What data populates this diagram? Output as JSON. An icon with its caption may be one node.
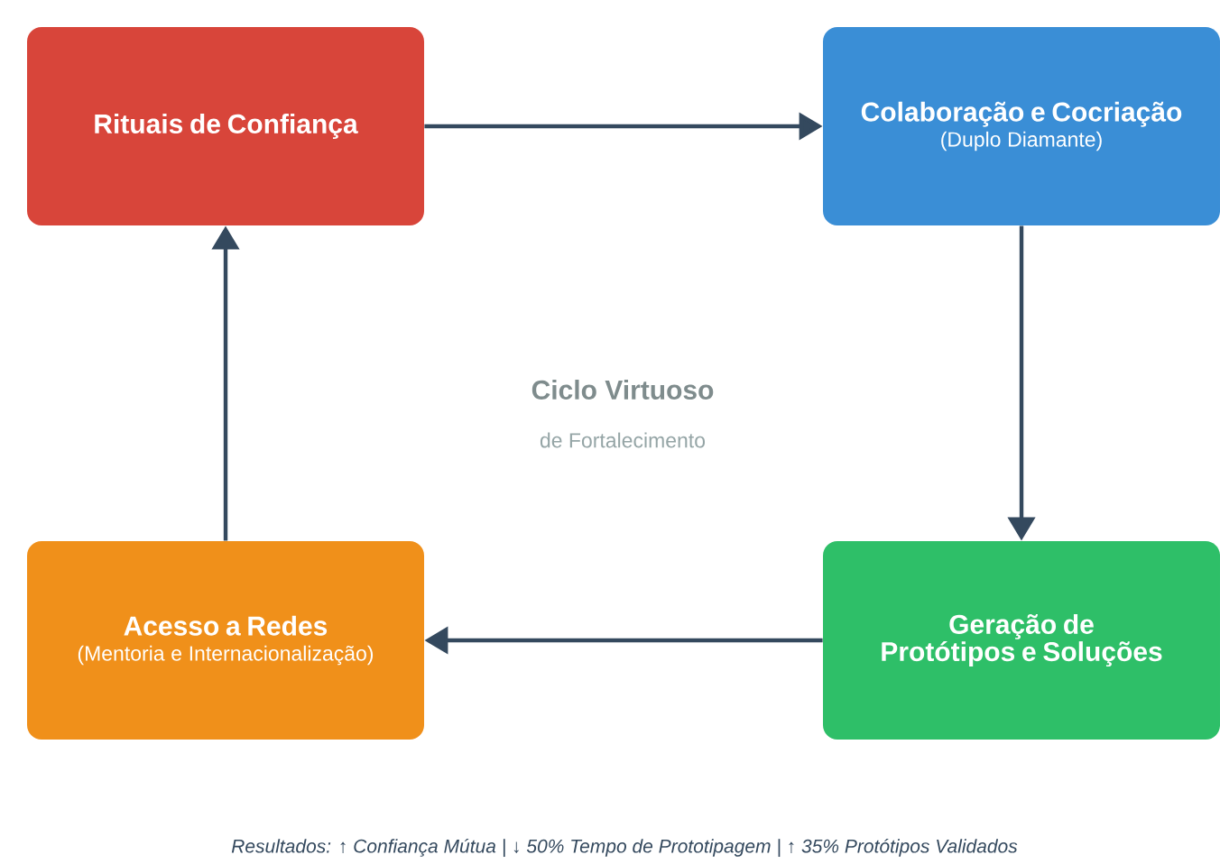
{
  "diagram": {
    "nodes": [
      {
        "text": [
          "Rituais de Confiança"
        ]
      },
      {
        "text": [
          "Colaboração e Cocriação",
          "(Duplo Diamante)"
        ]
      },
      {
        "text": [
          "Geração de Protótipos e Soluções"
        ]
      },
      {
        "text": [
          "Acesso a Redes",
          "(Mentoria e Internacionalização)"
        ]
      }
    ],
    "edges": [
      {
        "from": 0,
        "to": 1,
        "arrow": "to"
      },
      {
        "from": 1,
        "to": 2,
        "arrow": "to"
      },
      {
        "from": 2,
        "to": 3,
        "arrow": "to"
      },
      {
        "from": 3,
        "to": 0,
        "arrow": "to"
      }
    ],
    "labels": [
      "Ciclo Virtuoso",
      "de Fortalecimento",
      "Resultados: ↑ Confiança Mútua | ↓ 50% Tempo de Prototipagem | ↑ 35% Protótipos Validados"
    ]
  }
}
